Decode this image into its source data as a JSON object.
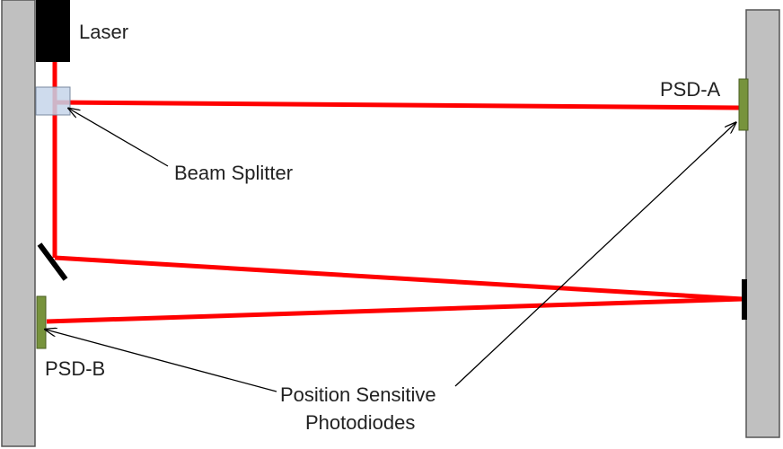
{
  "labels": {
    "laser": "Laser",
    "beam_splitter": "Beam Splitter",
    "psd_a": "PSD-A",
    "psd_b": "PSD-B",
    "position_sensitive_line1": "Position Sensitive",
    "position_sensitive_line2": "Photodiodes"
  },
  "colors": {
    "beam": "#ff0000",
    "wall_fill": "#c0c0c0",
    "wall_stroke": "#555555",
    "laser_body": "#000000",
    "splitter_fill": "#c5d5ea",
    "psd_fill": "#77933c",
    "mirror": "#000000",
    "arrow": "#000000"
  }
}
